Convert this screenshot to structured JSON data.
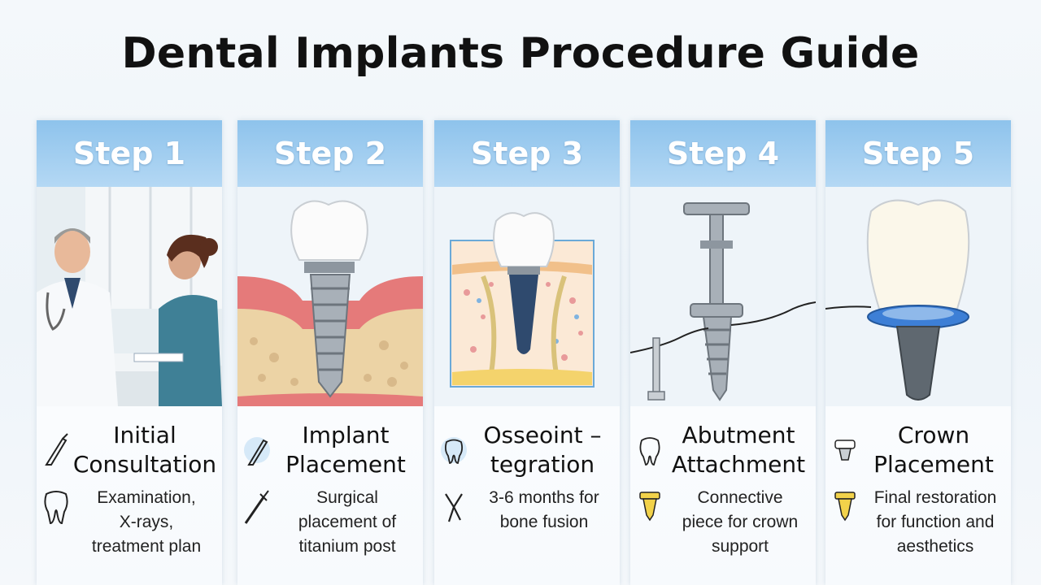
{
  "title": "Dental Implants Procedure Guide",
  "steps": [
    {
      "label": "Step 1",
      "title": [
        "Initial",
        "Consultation"
      ],
      "description": [
        "Examination,",
        "X-rays,",
        "treatment plan"
      ],
      "title_icon": "scalpel-icon",
      "desc_icon": "tooth-icon"
    },
    {
      "label": "Step 2",
      "title": [
        "Implant",
        "Placement"
      ],
      "description": [
        "Surgical",
        "placement of",
        "titanium post"
      ],
      "title_icon": "scalpel-icon",
      "desc_icon": "dental-tool-icon"
    },
    {
      "label": "Step 3",
      "title": [
        "Osseoint –",
        "tegration"
      ],
      "description": [
        "3-6 months for",
        "bone fusion"
      ],
      "title_icon": "tooth-icon",
      "desc_icon": "bone-icon"
    },
    {
      "label": "Step 4",
      "title": [
        "Abutment",
        "Attachment"
      ],
      "description": [
        "Connective",
        "piece for crown",
        "support"
      ],
      "title_icon": "tooth-icon",
      "desc_icon": "abutment-icon"
    },
    {
      "label": "Step 5",
      "title": [
        "Crown",
        "Placement"
      ],
      "description": [
        "Final restoration",
        "for function and",
        "aesthetics"
      ],
      "title_icon": "crown-icon",
      "desc_icon": "abutment-icon"
    }
  ],
  "colors": {
    "header_blue": "#8ec3ec",
    "gum": "#e57a7a",
    "bone": "#ecd3a5",
    "metal": "#9aa3ad",
    "crown_ring": "#3d7fd6"
  }
}
